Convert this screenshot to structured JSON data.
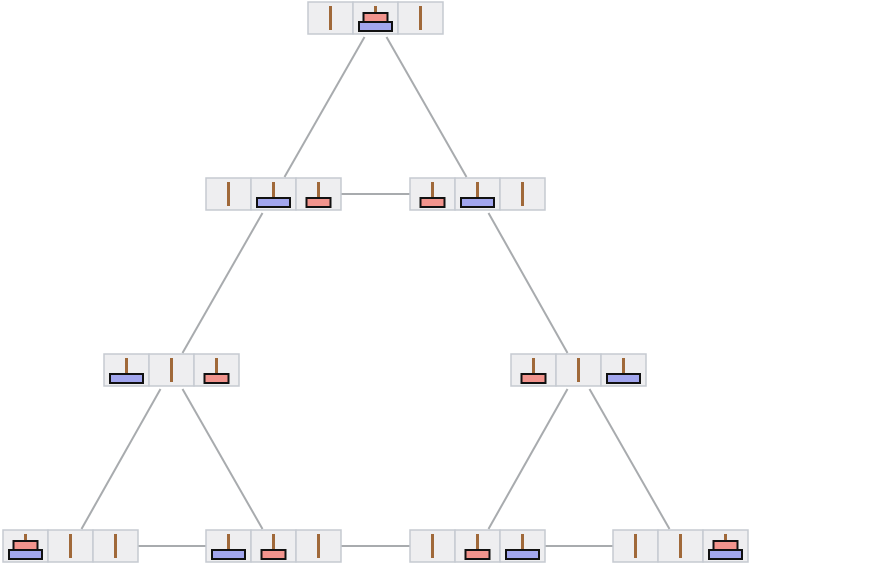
{
  "colors": {
    "small_disk": "#f2948d",
    "large_disk": "#a2a6ee",
    "peg": "#a0693a",
    "edge": "#a8abae",
    "cell_fill": "#eeeef0",
    "cell_border": "#c5cad1"
  },
  "disks": [
    {
      "id": 1,
      "size": "small"
    },
    {
      "id": 2,
      "size": "large"
    }
  ],
  "states": [
    {
      "id": "s0",
      "pegs": [
        [],
        [
          2,
          1
        ],
        []
      ]
    },
    {
      "id": "s1",
      "pegs": [
        [],
        [
          2
        ],
        [
          1
        ]
      ]
    },
    {
      "id": "s2",
      "pegs": [
        [
          1
        ],
        [
          2
        ],
        []
      ]
    },
    {
      "id": "s3",
      "pegs": [
        [
          2
        ],
        [],
        [
          1
        ]
      ]
    },
    {
      "id": "s4",
      "pegs": [
        [
          1
        ],
        [],
        [
          2
        ]
      ]
    },
    {
      "id": "s5",
      "pegs": [
        [
          2,
          1
        ],
        [],
        []
      ]
    },
    {
      "id": "s6",
      "pegs": [
        [
          2
        ],
        [
          1
        ],
        []
      ]
    },
    {
      "id": "s7",
      "pegs": [
        [],
        [
          1
        ],
        [
          2
        ]
      ]
    },
    {
      "id": "s8",
      "pegs": [
        [],
        [],
        [
          2,
          1
        ]
      ]
    }
  ],
  "edges": [
    [
      "s0",
      "s1"
    ],
    [
      "s0",
      "s2"
    ],
    [
      "s1",
      "s2"
    ],
    [
      "s1",
      "s3"
    ],
    [
      "s2",
      "s4"
    ],
    [
      "s3",
      "s5"
    ],
    [
      "s3",
      "s6"
    ],
    [
      "s5",
      "s6"
    ],
    [
      "s4",
      "s7"
    ],
    [
      "s4",
      "s8"
    ],
    [
      "s7",
      "s8"
    ],
    [
      "s6",
      "s7"
    ]
  ]
}
